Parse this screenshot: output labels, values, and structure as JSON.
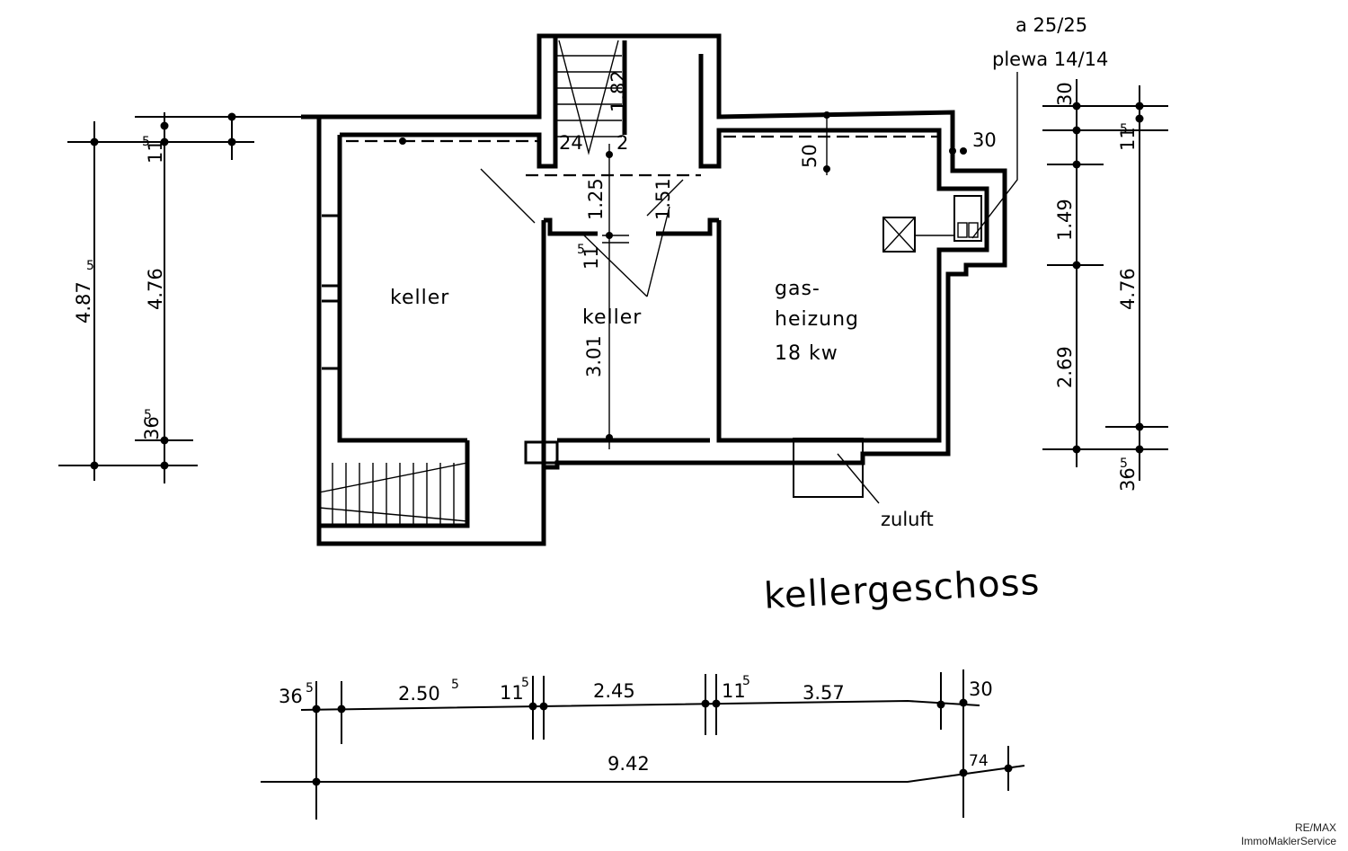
{
  "title": "kellergeschoss",
  "rooms": {
    "keller_left": "keller",
    "keller_mid": "keller",
    "gas_line1": "gas-",
    "gas_line2": "heizung",
    "gas_line3": "18 kw"
  },
  "chimney": {
    "line1": "a 25/25",
    "line2": "plewa 14/14"
  },
  "vent_label": "zuluft",
  "inner_dims": {
    "d182": "1.82",
    "d24": "24",
    "d2": "2",
    "d50": "50",
    "d30": "30",
    "d125": "1.25",
    "d151": "1.51",
    "d115": "11",
    "d115_sup": "5",
    "d301": "3.01"
  },
  "left_dims": {
    "total": "4.87",
    "total_sup": "5",
    "top": "11",
    "top_sup": "5",
    "mid": "4.76",
    "bottom": "36",
    "bottom_sup": "5"
  },
  "right_dims": {
    "d30": "30",
    "d115": "11",
    "d115_sup": "5",
    "d149": "1.49",
    "d269": "2.69",
    "d476": "4.76",
    "d365": "36",
    "d365_sup": "5"
  },
  "bottom_dims": {
    "a": "36",
    "a_sup": "5",
    "b": "2.50",
    "b_sup": "5",
    "c": "11",
    "c_sup": "5",
    "d": "2.45",
    "e": "11",
    "e_sup": "5",
    "f": "3.57",
    "g": "30",
    "total": "9.42",
    "extra": "74"
  },
  "watermark": {
    "line1": "RE/MAX",
    "line2": "ImmoMaklerService"
  }
}
